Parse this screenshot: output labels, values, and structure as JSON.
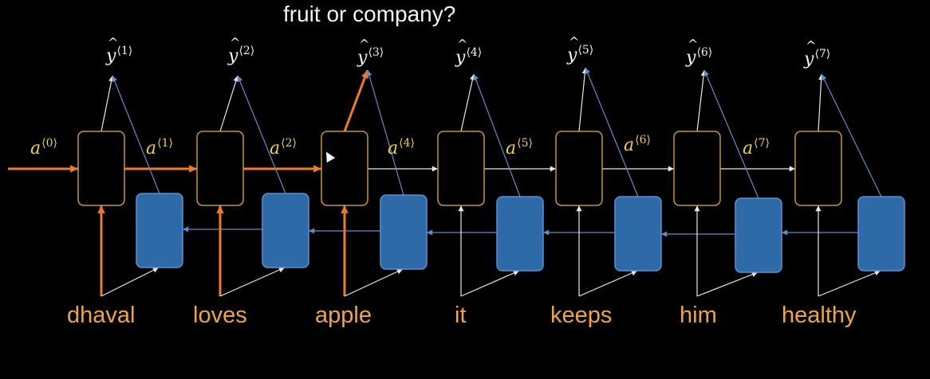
{
  "question": "fruit or company?",
  "words": [
    "dhaval",
    "loves",
    "apple",
    "it",
    "keeps",
    "him",
    "healthy"
  ],
  "outputs": [
    {
      "sym": "y",
      "idx": "⟨1⟩"
    },
    {
      "sym": "y",
      "idx": "⟨2⟩"
    },
    {
      "sym": "y",
      "idx": "⟨3⟩"
    },
    {
      "sym": "y",
      "idx": "⟨4⟩"
    },
    {
      "sym": "y",
      "idx": "⟨5⟩"
    },
    {
      "sym": "y",
      "idx": "⟨6⟩"
    },
    {
      "sym": "y",
      "idx": "⟨7⟩"
    }
  ],
  "activations": [
    {
      "sym": "a",
      "idx": "⟨0⟩"
    },
    {
      "sym": "a",
      "idx": "⟨1⟩"
    },
    {
      "sym": "a",
      "idx": "⟨2⟩"
    },
    {
      "sym": "a",
      "idx": "⟨4⟩"
    },
    {
      "sym": "a",
      "idx": "⟨5⟩"
    },
    {
      "sym": "a",
      "idx": "⟨6⟩"
    },
    {
      "sym": "a",
      "idx": "⟨7⟩"
    }
  ],
  "colors": {
    "background": "#000000",
    "forward_cell_border": "#c8962c",
    "backward_cell_fill": "#2e6aa8",
    "backward_cell_border": "#5b8fd0",
    "highlight": "#f07a2a",
    "word_text": "#f0a63a",
    "activation_label": "#f2d23c",
    "arrow": "#e8e8e8",
    "backward_arrow": "#5b8fd0"
  }
}
